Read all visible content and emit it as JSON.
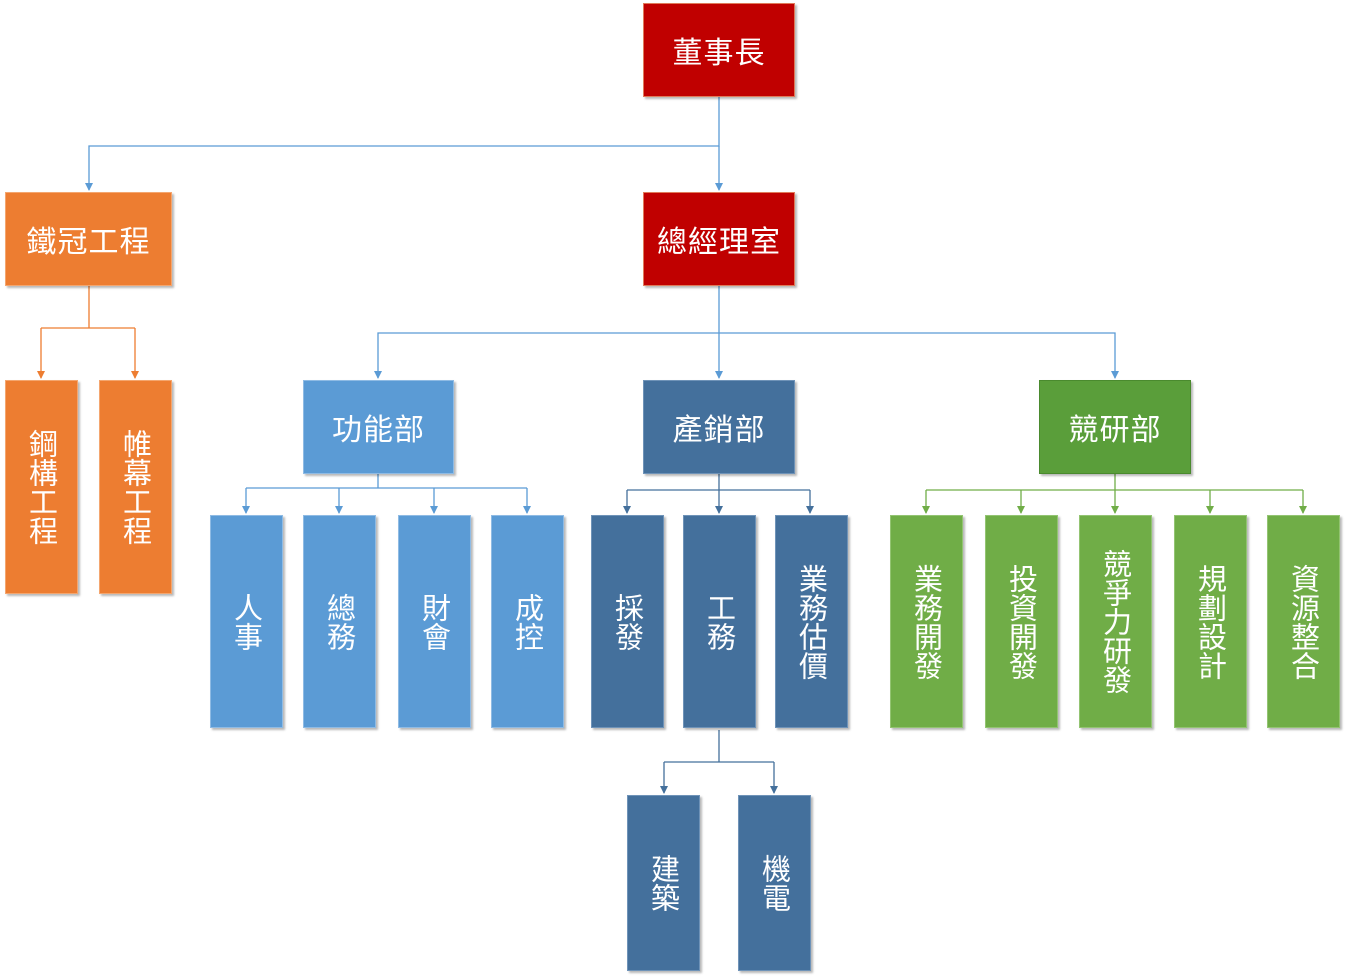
{
  "chart": {
    "root": "董事長",
    "gm_office": "總經理室",
    "iron_crown": "鐵冠工程",
    "steel": "鋼構工程",
    "curtain": "帷幕工程",
    "func_dept": "功能部",
    "prod_dept": "產銷部",
    "comp_dept": "競研部",
    "func_children": [
      "人事",
      "總務",
      "財會",
      "成控"
    ],
    "prod_children": [
      "採發",
      "工務",
      "業務估價"
    ],
    "eng_children": [
      "建築",
      "機電"
    ],
    "comp_children": [
      "業務開發",
      "投資開發",
      "競爭力研發",
      "規劃設計",
      "資源整合"
    ]
  },
  "colors": {
    "executive": "#c00000",
    "subsidiary": "#ed7d31",
    "functional": "#5b9bd5",
    "production": "#44709c",
    "research": "#70ad47"
  }
}
